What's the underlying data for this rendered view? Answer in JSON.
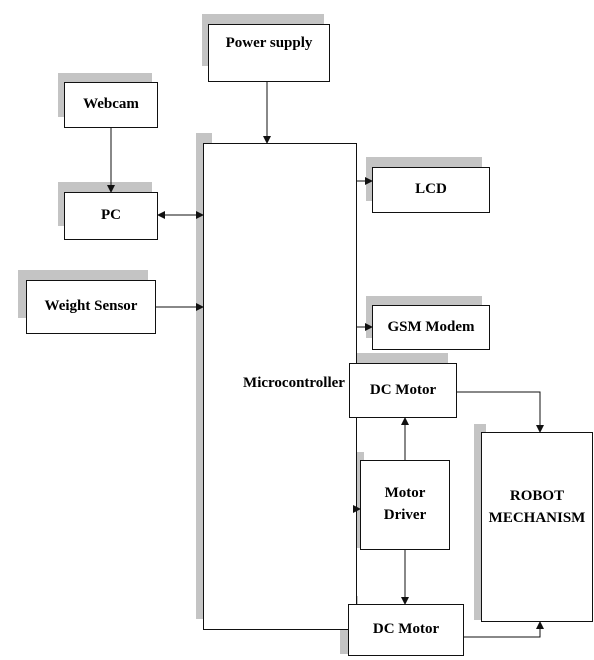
{
  "diagram": {
    "blocks": {
      "power_supply": "Power supply",
      "webcam": "Webcam",
      "pc": "PC",
      "weight_sensor": "Weight Sensor",
      "microcontroller": "Microcontroller",
      "lcd": "LCD",
      "gsm_modem": "GSM Modem",
      "dc_motor_top": "DC Motor",
      "motor_driver_line1": "Motor",
      "motor_driver_line2": "Driver",
      "robot_line1": "ROBOT",
      "robot_line2": "MECHANISM",
      "dc_motor_bottom": "DC Motor"
    },
    "colors": {
      "shadow": "#c4c4c4",
      "line": "#111111",
      "text": "#000000"
    }
  }
}
